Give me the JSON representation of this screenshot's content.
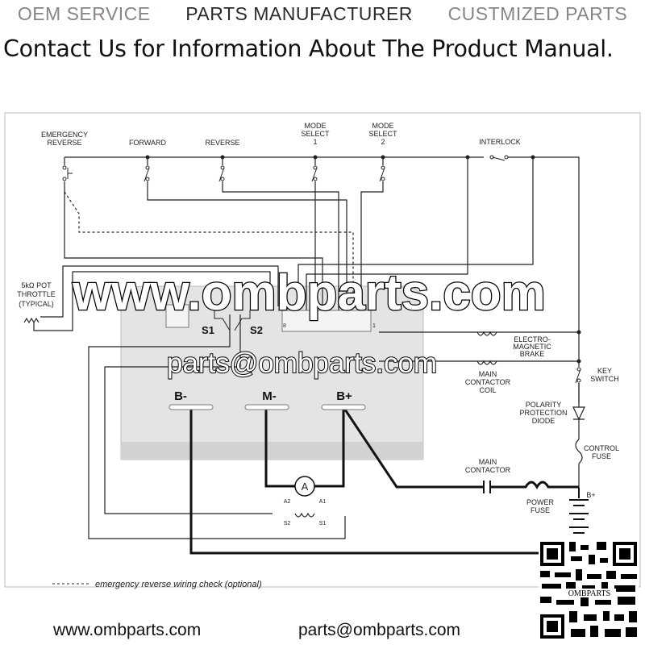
{
  "header": {
    "items": [
      "OEM SERVICE",
      "PARTS MANUFACTURER",
      "CUSTMIZED PARTS"
    ],
    "contact": "Contact Us for Information About The Product Manual."
  },
  "diagram": {
    "switches": {
      "emergency_reverse": [
        "EMERGENCY",
        "REVERSE"
      ],
      "forward": "FORWARD",
      "reverse": "REVERSE",
      "mode_select_1": [
        "MODE",
        "SELECT",
        "1"
      ],
      "mode_select_2": [
        "MODE",
        "SELECT",
        "2"
      ],
      "interlock": "INTERLOCK"
    },
    "throttle": [
      "5kΩ POT",
      "THROTTLE",
      "(TYPICAL)"
    ],
    "brake": [
      "ELECTRO-",
      "MAGNETIC",
      "BRAKE"
    ],
    "coil": [
      "MAIN",
      "CONTACTOR",
      "COIL"
    ],
    "key_switch": [
      "KEY",
      "SWITCH"
    ],
    "diode": [
      "POLARITY",
      "PROTECTION",
      "DIODE"
    ],
    "control_fuse": [
      "CONTROL",
      "FUSE"
    ],
    "main_contactor": [
      "MAIN",
      "CONTACTOR"
    ],
    "power_fuse": [
      "POWER",
      "FUSE"
    ],
    "battery_plus": "B+",
    "controller": {
      "s1": "S1",
      "s2": "S2",
      "b_minus": "B-",
      "m_minus": "M-",
      "b_plus": "B+",
      "conn_8": "8",
      "conn_1": "1"
    },
    "motor": {
      "label": "A",
      "a2": "A2",
      "a1": "A1",
      "s2": "S2",
      "s1": "S1"
    },
    "legend": "emergency reverse wiring check (optional)",
    "qr_text": "OMBPARTS"
  },
  "watermark": {
    "url": "www.ombparts.com",
    "email": "parts@ombparts.com"
  },
  "footer": {
    "url": "www.ombparts.com",
    "email": "parts@ombparts.com"
  }
}
